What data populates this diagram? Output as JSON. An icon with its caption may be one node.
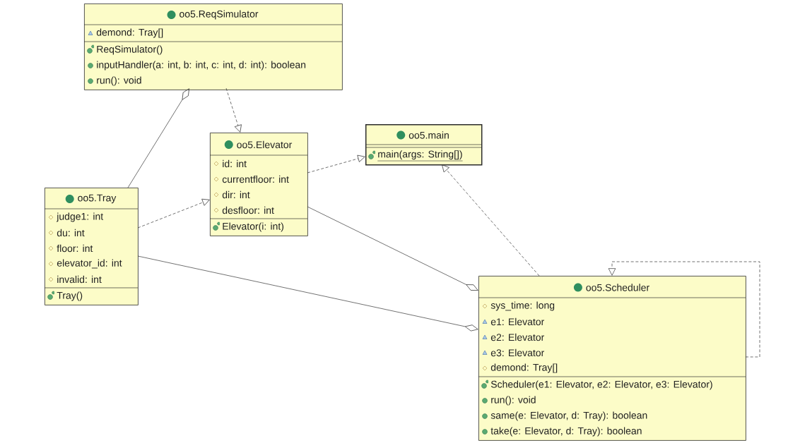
{
  "diagram": {
    "nodes": [
      {
        "text": [
          "oo5.ReqSimulator",
          "demond: Tray[]",
          "ReqSimulator()",
          "inputHandler(a: int, b: int, c: int, d: int): boolean",
          "run(): void"
        ]
      },
      {
        "text": [
          "oo5.Elevator",
          "id: int",
          "currentfloor: int",
          "dir: int",
          "desfloor: int",
          "Elevator(i: int)"
        ]
      },
      {
        "text": [
          "oo5.main",
          "main(args: String[])"
        ]
      },
      {
        "text": [
          "oo5.Tray",
          "judge1: int",
          "du: int",
          "floor: int",
          "elevator_id: int",
          "invalid: int",
          "Tray()"
        ]
      },
      {
        "text": [
          "oo5.Scheduler",
          "sys_time: long",
          "e1: Elevator",
          "e2: Elevator",
          "e3: Elevator",
          "demond: Tray[]",
          "Scheduler(e1: Elevator, e2: Elevator, e3: Elevator)",
          "run(): void",
          "same(e: Elevator, d: Tray): boolean",
          "take(e: Elevator, d: Tray): boolean"
        ]
      }
    ],
    "edges": [
      {
        "from": 0,
        "to": 1,
        "arrow": "to",
        "style": "dashed"
      },
      {
        "from": 3,
        "to": 0,
        "arrow": "other"
      },
      {
        "from": 3,
        "to": 1,
        "arrow": "to",
        "style": "dashed"
      },
      {
        "from": 1,
        "to": 2,
        "arrow": "to",
        "style": "dashed"
      },
      {
        "from": 1,
        "to": 4,
        "arrow": "other"
      },
      {
        "from": 3,
        "to": 4,
        "arrow": "other"
      },
      {
        "from": 4,
        "to": 2,
        "arrow": "to",
        "style": "dashed"
      },
      {
        "from": 4,
        "to": 4,
        "arrow": "to",
        "style": "dashed"
      }
    ]
  }
}
